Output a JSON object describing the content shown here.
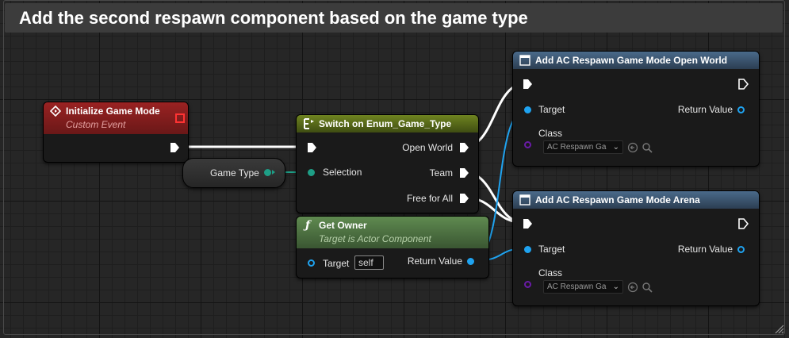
{
  "comment": {
    "title": "Add the second respawn component based on the game type"
  },
  "nodes": {
    "init_event": {
      "title": "Initialize Game Mode",
      "subtitle": "Custom Event",
      "header_color": "#7a1c1c"
    },
    "game_type_var": {
      "label": "Game Type"
    },
    "switch_node": {
      "title": "Switch on Enum_Game_Type",
      "header_color": "#5a6d18",
      "input_label": "Selection",
      "outputs": [
        "Open World",
        "Team",
        "Free for All"
      ]
    },
    "get_owner": {
      "title": "Get Owner",
      "subtitle": "Target is Actor Component",
      "header_color": "#4d6b40",
      "target_label": "Target",
      "target_value": "self",
      "return_label": "Return Value"
    },
    "add_open_world": {
      "title": "Add AC Respawn Game Mode Open World",
      "header_color": "#3d5873",
      "target_label": "Target",
      "return_label": "Return Value",
      "class_label": "Class",
      "class_value": "AC Respawn Ga"
    },
    "add_arena": {
      "title": "Add AC Respawn Game Mode Arena",
      "header_color": "#3d5873",
      "target_label": "Target",
      "return_label": "Return Value",
      "class_label": "Class",
      "class_value": "AC Respawn Ga"
    }
  },
  "colors": {
    "exec_wire": "#ffffff",
    "object_pin": "#1fa3f0",
    "enum_pin": "#1e9e86",
    "class_pin": "#6a1ba8"
  },
  "icons": {
    "event": "event-diamond-icon",
    "switch": "switch-icon",
    "function": "function-f-icon",
    "component": "component-icon",
    "combo_arrow": "chevron-down-icon",
    "browse": "browse-arrow-icon",
    "search": "magnifier-icon"
  }
}
